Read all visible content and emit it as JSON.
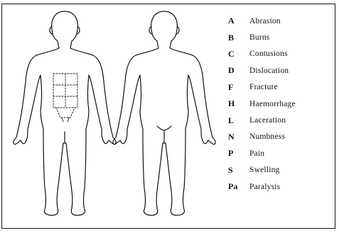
{
  "legend": {
    "items": [
      {
        "code": "A",
        "label": "Abrasion"
      },
      {
        "code": "B",
        "label": "Burns"
      },
      {
        "code": "C",
        "label": "Contusions"
      },
      {
        "code": "D",
        "label": "Dislocation"
      },
      {
        "code": "F",
        "label": "Fracture"
      },
      {
        "code": "H",
        "label": "Haemorrhage"
      },
      {
        "code": "L",
        "label": "Laceration"
      },
      {
        "code": "N",
        "label": "Numbness"
      },
      {
        "code": "P",
        "label": "Pain"
      },
      {
        "code": "S",
        "label": "Swelling"
      },
      {
        "code": "Pa",
        "label": "Paralysis"
      }
    ]
  },
  "colors": {
    "outline": "#111111",
    "background": "#ffffff"
  }
}
